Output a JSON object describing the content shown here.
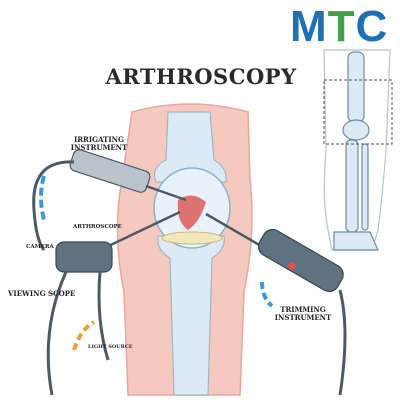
{
  "logo": {
    "letters": [
      "M",
      "T",
      "C"
    ],
    "colors": [
      "#1f6fb5",
      "#43a047",
      "#1f6fb5"
    ]
  },
  "title": "ARTHROSCOPY",
  "labels": {
    "irrigating_instrument": "IRRIGATING INSTRUMENT",
    "arthroscope": "ARTHROSCOPE",
    "camera": "CAMERA",
    "viewing_scope": "VIEWING SCOPE",
    "light_source": "LIGHT SOURCE",
    "trimming_instrument": "TRIMMING INSTRUMENT"
  },
  "colors": {
    "skin": "#f6c9c0",
    "skin_outline": "#e6a89c",
    "bone": "#dceaf5",
    "instrument": "#5f7282",
    "flow_arrow_blue": "#3a9ad9",
    "flow_arrow_orange": "#f0a030",
    "tissue_red": "#d9534f"
  }
}
